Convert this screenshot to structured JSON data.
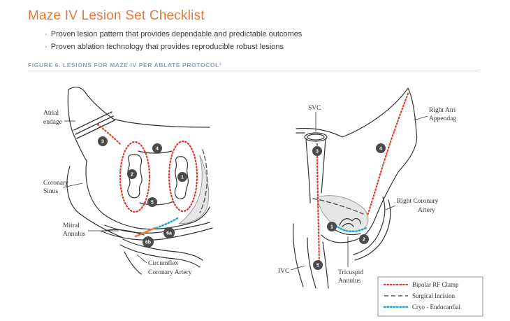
{
  "title": "Maze IV Lesion Set Checklist",
  "bullets": [
    "Proven lesion pattern that provides dependable and predictable outcomes",
    "Proven ablation technology that provides reproducible robust lesions"
  ],
  "bullet_marker": "·",
  "figure_caption": "FIGURE 6. LESIONS FOR MAZE IV PER ABLATE PROTOCOL¹",
  "left_labels": {
    "atrial": "Atrial",
    "appendage": "endage",
    "coronary": "Coronary",
    "sinus": "Sinus",
    "mitral": "Mitral",
    "annulus": "Annulus",
    "circumflex": "Circumflex",
    "circ_artery": "Coronary Artery"
  },
  "right_labels": {
    "svc": "SVC",
    "right_atrial": "Right Atri",
    "appendage": "Appendag",
    "right_coronary": "Right Coronary",
    "artery": "Artery",
    "ivc": "IVC",
    "tricuspid": "Tricuspid",
    "annulus": "Annulus"
  },
  "lesion_markers_left": [
    "3",
    "4",
    "2",
    "1",
    "5",
    "6a",
    "6b"
  ],
  "lesion_markers_right": [
    "3",
    "4",
    "1",
    "2",
    "5"
  ],
  "legend": [
    {
      "label": "Bipolar RF Clamp",
      "style": "dotted",
      "color": "#e03a2f"
    },
    {
      "label": "Surgical Incision",
      "style": "dashed",
      "color": "#555555"
    },
    {
      "label": "Cryo - Endocardial",
      "style": "dotted",
      "color": "#1fa8e0"
    }
  ],
  "colors": {
    "accent": "#e5793a",
    "rf_clamp": "#e03a2f",
    "cryo": "#1fa8e0",
    "incision": "#555555",
    "marker": "#4a4a4a",
    "mitral_lesion": "#e5793a"
  }
}
